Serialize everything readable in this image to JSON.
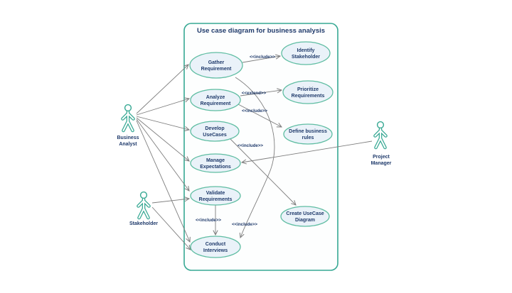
{
  "diagram": {
    "title": "Use case diagram for business analysis",
    "colors": {
      "boundary_teal": "#36a893",
      "ellipse_border_teal": "#5fbda2",
      "ellipse_fill": "#eaf2f9",
      "text_navy": "#1f3a6b",
      "edge_gray": "#7d7d7d",
      "background": "#ffffff"
    },
    "actors": [
      {
        "name": "Business Analyst",
        "line1": "Business",
        "line2": "Analyst"
      },
      {
        "name": "Stakeholder",
        "line1": "Stakeholder",
        "line2": ""
      },
      {
        "name": "Project Manager",
        "line1": "Project",
        "line2": "Manager"
      }
    ],
    "usecases": [
      {
        "name": "Gather Requirement",
        "line1": "Gather",
        "line2": "Requirement"
      },
      {
        "name": "Identify Stakeholder",
        "line1": "Identify",
        "line2": "Stakeholder"
      },
      {
        "name": "Analyze Requirement",
        "line1": "Analyze",
        "line2": "Requirement"
      },
      {
        "name": "Prioritize Requirements",
        "line1": "Prioritize",
        "line2": "Requirements"
      },
      {
        "name": "Develop UseCases",
        "line1": "Develop",
        "line2": "UseCases"
      },
      {
        "name": "Define business rules",
        "line1": "Define business",
        "line2": "rules"
      },
      {
        "name": "Manage Expectations",
        "line1": "Manage",
        "line2": "Expectations"
      },
      {
        "name": "Validate Requirements",
        "line1": "Validate",
        "line2": "Requirements"
      },
      {
        "name": "Create UseCase Diagram",
        "line1": "Create UseCase",
        "line2": "Diagram"
      },
      {
        "name": "Conduct Interviews",
        "line1": "Conduct",
        "line2": "Interviews"
      }
    ],
    "relationships": [
      {
        "from": "Gather Requirement",
        "to": "Identify Stakeholder",
        "label": "<<include>>"
      },
      {
        "from": "Analyze Requirement",
        "to": "Prioritize Requirements",
        "label": "<<extend>>"
      },
      {
        "from": "Analyze Requirement",
        "to": "Define business rules",
        "label": "<<include>>"
      },
      {
        "from": "Develop UseCases",
        "to": "Create UseCase Diagram",
        "label": "<<include>>"
      },
      {
        "from": "Validate Requirements",
        "to": "Conduct Interviews",
        "label": "<<include>>"
      },
      {
        "from": "Gather Requirement",
        "to": "Conduct Interviews",
        "label": "<<include>>"
      }
    ],
    "associations": [
      {
        "from": "Business Analyst",
        "to": "Gather Requirement"
      },
      {
        "from": "Business Analyst",
        "to": "Analyze Requirement"
      },
      {
        "from": "Business Analyst",
        "to": "Develop UseCases"
      },
      {
        "from": "Business Analyst",
        "to": "Manage Expectations"
      },
      {
        "from": "Business Analyst",
        "to": "Validate Requirements"
      },
      {
        "from": "Business Analyst",
        "to": "Conduct Interviews"
      },
      {
        "from": "Stakeholder",
        "to": "Validate Requirements"
      },
      {
        "from": "Stakeholder",
        "to": "Conduct Interviews"
      },
      {
        "from": "Project Manager",
        "to": "Manage Expectations"
      }
    ]
  }
}
